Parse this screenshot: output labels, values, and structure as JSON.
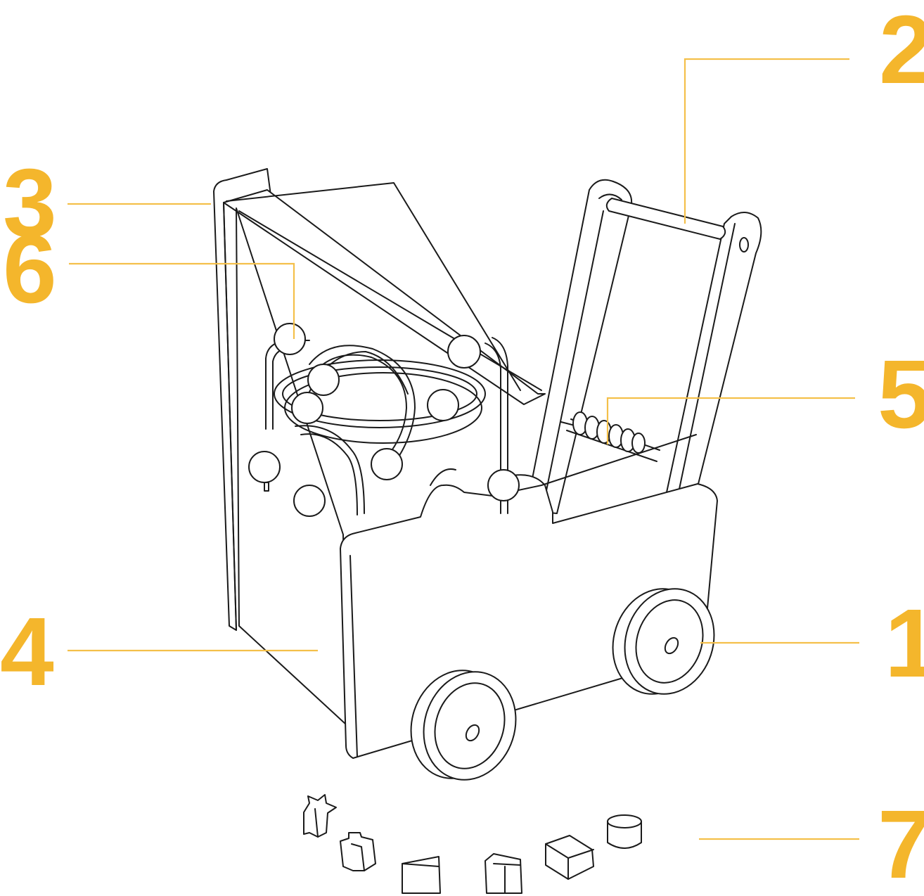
{
  "callouts": [
    {
      "id": "1",
      "label": "1"
    },
    {
      "id": "2",
      "label": "2"
    },
    {
      "id": "3",
      "label": "3"
    },
    {
      "id": "4",
      "label": "4"
    },
    {
      "id": "5",
      "label": "5"
    },
    {
      "id": "6",
      "label": "6"
    },
    {
      "id": "7",
      "label": "7"
    }
  ],
  "colors": {
    "accent": "#f4b62c",
    "leader": "#f4c04a",
    "ink": "#1a1a1a",
    "background": "#ffffff"
  }
}
